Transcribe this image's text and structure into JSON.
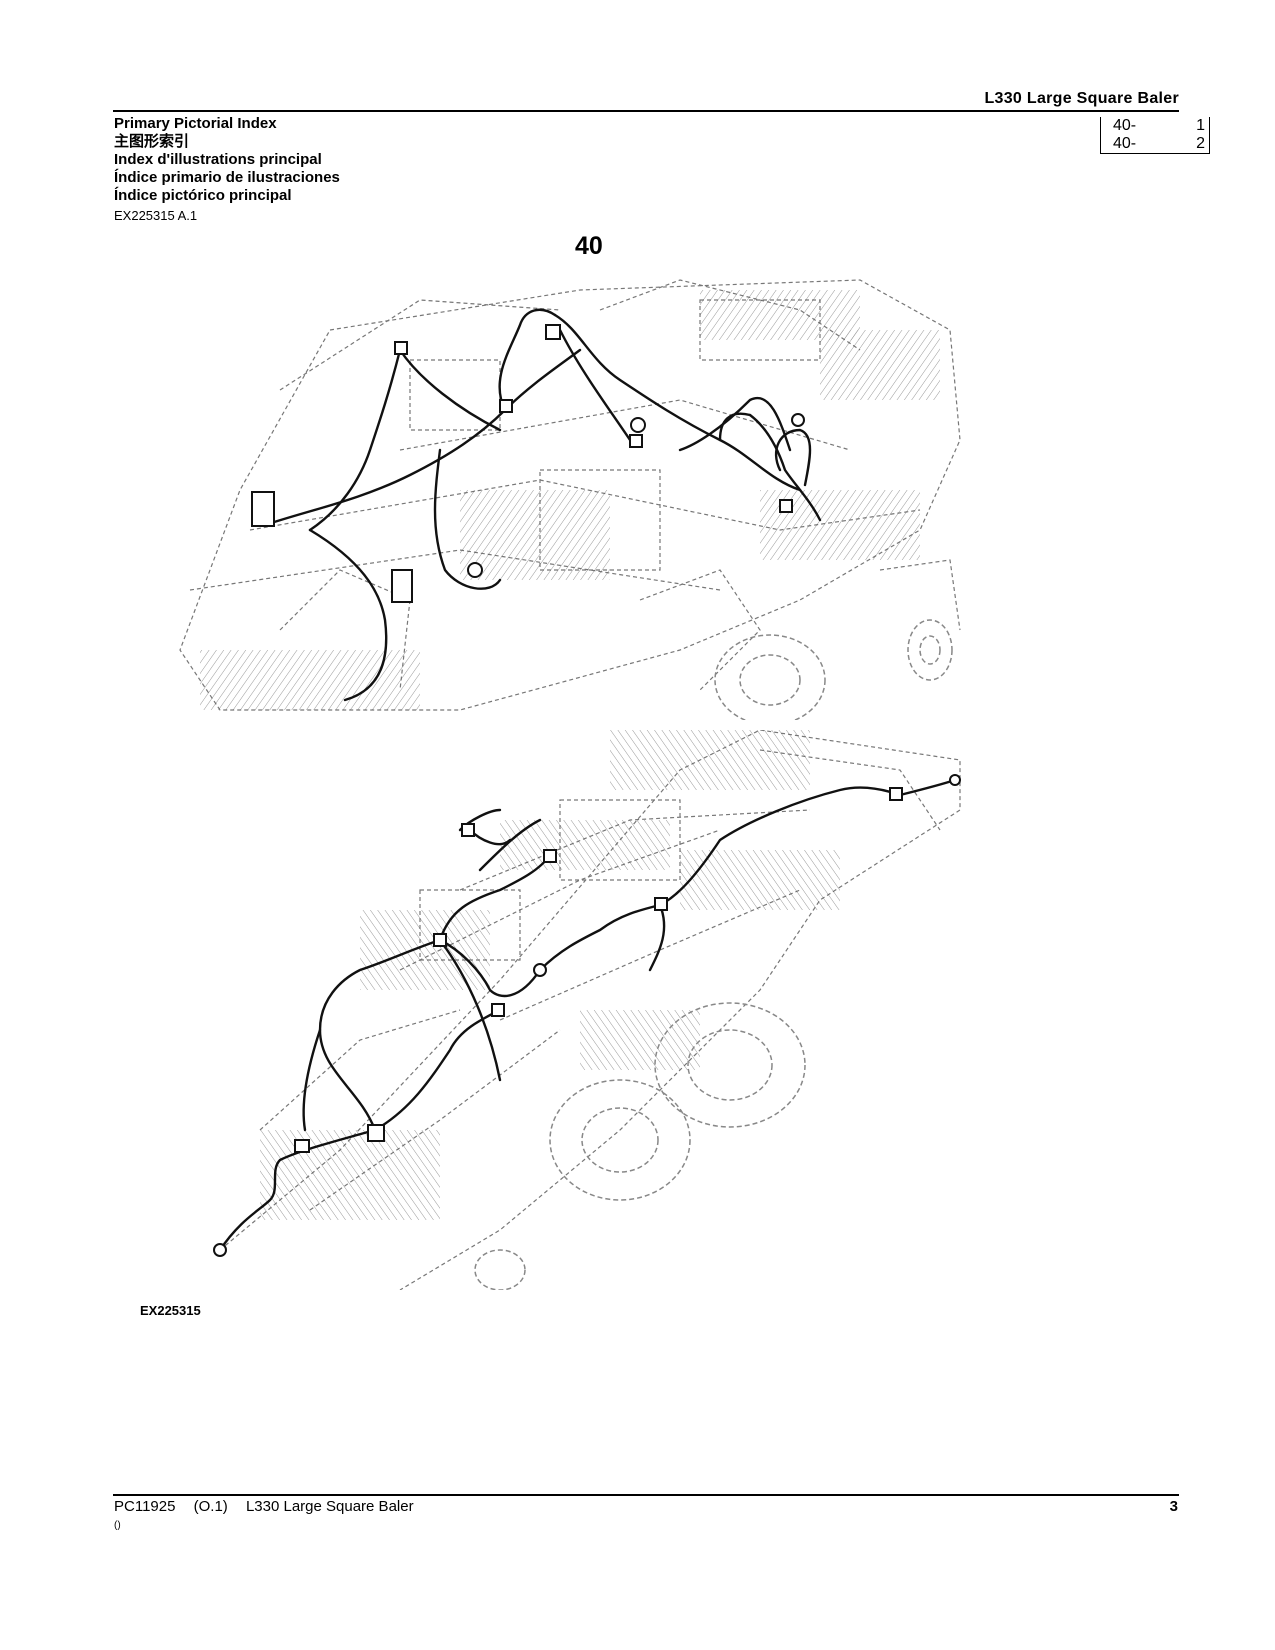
{
  "header": {
    "title": "L330  Large  Square  Baler"
  },
  "titles": [
    "Primary Pictorial Index",
    "主图形索引",
    "Index d'illustrations principal",
    "Índice primario de ilustraciones",
    "Índice pictórico principal"
  ],
  "doc_id": "EX225315 A.1",
  "index_box": [
    {
      "section": "40-",
      "page": "1"
    },
    {
      "section": "40-",
      "page": "2"
    }
  ],
  "section_number": "40",
  "figure_caption": "EX225315",
  "footer": {
    "doc_code": "PC11925",
    "revision": "(O.1)",
    "product": "L330 Large Square Baler",
    "page": "3",
    "sub": "()"
  }
}
